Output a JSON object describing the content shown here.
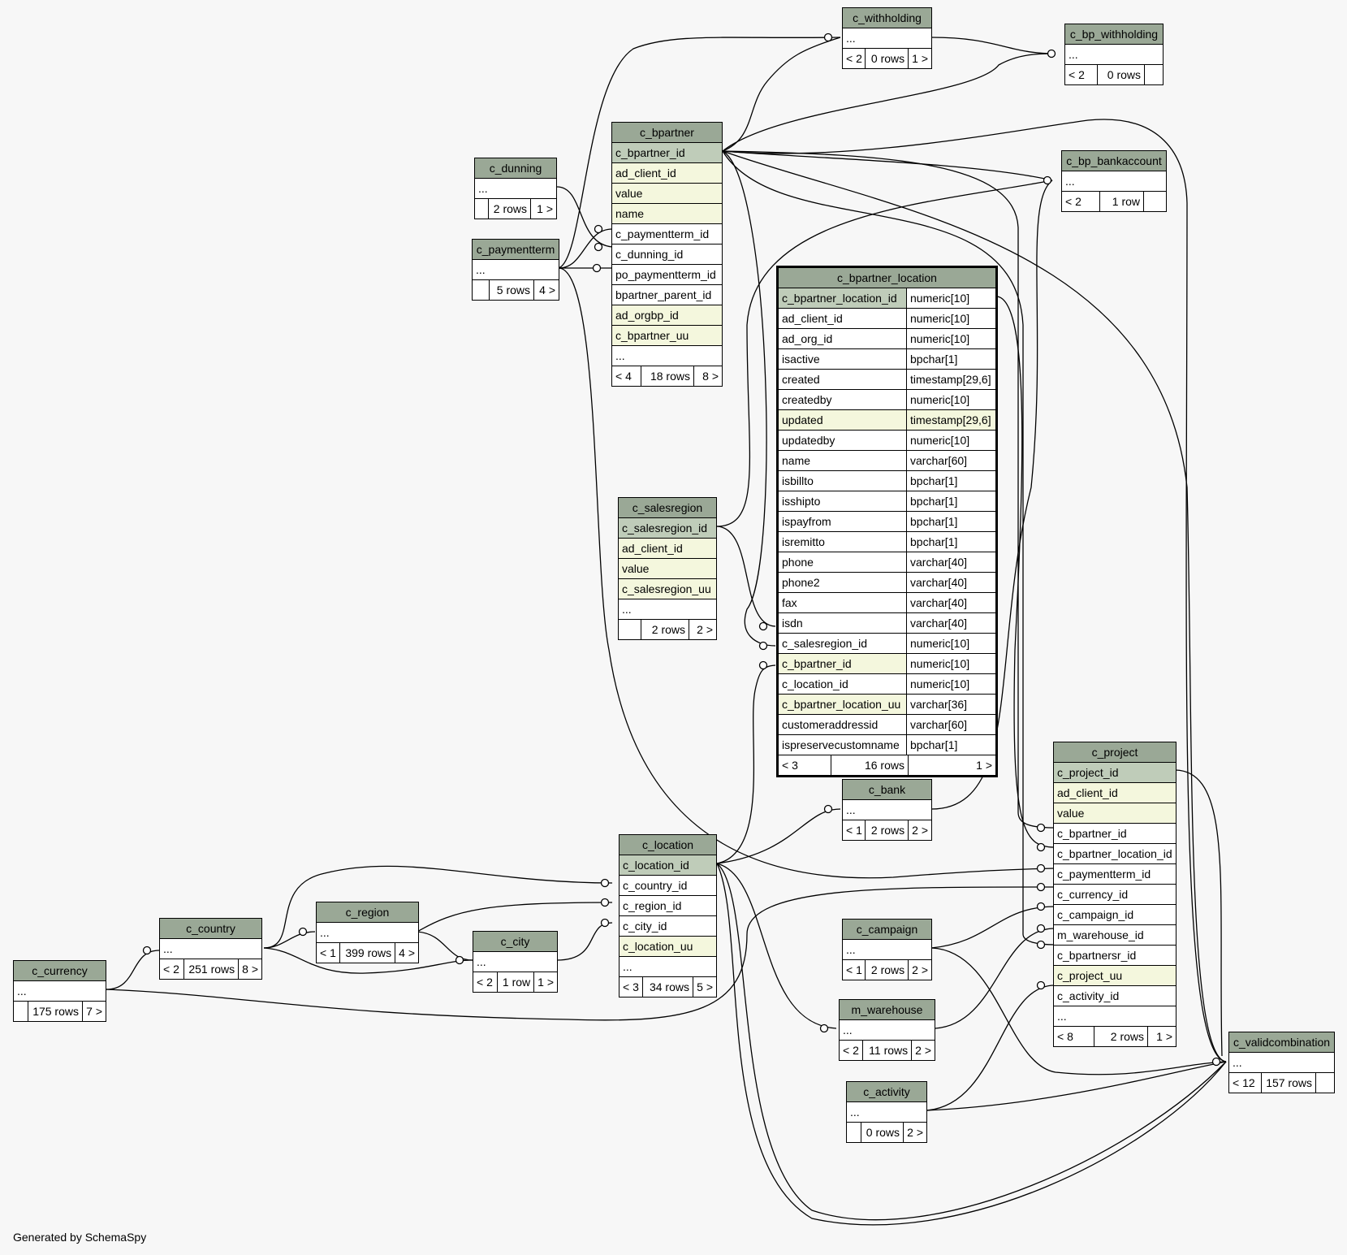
{
  "footer_credit": "Generated by SchemaSpy",
  "tables": {
    "c_withholding": {
      "name": "c_withholding",
      "rows": [
        {
          "name": "...",
          "type": "plain"
        }
      ],
      "footer": [
        "< 2",
        "0 rows",
        "1 >"
      ]
    },
    "c_bp_withholding": {
      "name": "c_bp_withholding",
      "rows": [
        {
          "name": "...",
          "type": "plain"
        }
      ],
      "footer": [
        "< 2",
        "0 rows",
        ""
      ]
    },
    "c_bpartner": {
      "name": "c_bpartner",
      "rows": [
        {
          "name": "c_bpartner_id",
          "type": "pk"
        },
        {
          "name": "ad_client_id",
          "type": "idx"
        },
        {
          "name": "value",
          "type": "idx"
        },
        {
          "name": "name",
          "type": "idx"
        },
        {
          "name": "c_paymentterm_id",
          "type": "plain"
        },
        {
          "name": "c_dunning_id",
          "type": "plain"
        },
        {
          "name": "po_paymentterm_id",
          "type": "plain"
        },
        {
          "name": "bpartner_parent_id",
          "type": "plain"
        },
        {
          "name": "ad_orgbp_id",
          "type": "idx"
        },
        {
          "name": "c_bpartner_uu",
          "type": "idx"
        },
        {
          "name": "...",
          "type": "plain"
        }
      ],
      "footer": [
        "< 4",
        "18 rows",
        "8 >"
      ]
    },
    "c_dunning": {
      "name": "c_dunning",
      "rows": [
        {
          "name": "...",
          "type": "plain"
        }
      ],
      "footer": [
        "",
        "2 rows",
        "1 >"
      ]
    },
    "c_paymentterm": {
      "name": "c_paymentterm",
      "rows": [
        {
          "name": "...",
          "type": "plain"
        }
      ],
      "footer": [
        "",
        "5 rows",
        "4 >"
      ]
    },
    "c_bp_bankaccount": {
      "name": "c_bp_bankaccount",
      "rows": [
        {
          "name": "...",
          "type": "plain"
        }
      ],
      "footer": [
        "< 2",
        "1 row",
        ""
      ]
    },
    "c_bpartner_location": {
      "name": "c_bpartner_location",
      "rows": [
        {
          "name": "c_bpartner_location_id",
          "dtype": "numeric[10]",
          "type": "pk"
        },
        {
          "name": "ad_client_id",
          "dtype": "numeric[10]",
          "type": "plain"
        },
        {
          "name": "ad_org_id",
          "dtype": "numeric[10]",
          "type": "plain"
        },
        {
          "name": "isactive",
          "dtype": "bpchar[1]",
          "type": "plain"
        },
        {
          "name": "created",
          "dtype": "timestamp[29,6]",
          "type": "plain"
        },
        {
          "name": "createdby",
          "dtype": "numeric[10]",
          "type": "plain"
        },
        {
          "name": "updated",
          "dtype": "timestamp[29,6]",
          "type": "idx"
        },
        {
          "name": "updatedby",
          "dtype": "numeric[10]",
          "type": "plain"
        },
        {
          "name": "name",
          "dtype": "varchar[60]",
          "type": "plain"
        },
        {
          "name": "isbillto",
          "dtype": "bpchar[1]",
          "type": "plain"
        },
        {
          "name": "isshipto",
          "dtype": "bpchar[1]",
          "type": "plain"
        },
        {
          "name": "ispayfrom",
          "dtype": "bpchar[1]",
          "type": "plain"
        },
        {
          "name": "isremitto",
          "dtype": "bpchar[1]",
          "type": "plain"
        },
        {
          "name": "phone",
          "dtype": "varchar[40]",
          "type": "plain"
        },
        {
          "name": "phone2",
          "dtype": "varchar[40]",
          "type": "plain"
        },
        {
          "name": "fax",
          "dtype": "varchar[40]",
          "type": "plain"
        },
        {
          "name": "isdn",
          "dtype": "varchar[40]",
          "type": "plain"
        },
        {
          "name": "c_salesregion_id",
          "dtype": "numeric[10]",
          "type": "plain"
        },
        {
          "name": "c_bpartner_id",
          "dtype": "numeric[10]",
          "type": "idx"
        },
        {
          "name": "c_location_id",
          "dtype": "numeric[10]",
          "type": "plain"
        },
        {
          "name": "c_bpartner_location_uu",
          "dtype": "varchar[36]",
          "type": "idx"
        },
        {
          "name": "customeraddressid",
          "dtype": "varchar[60]",
          "type": "plain"
        },
        {
          "name": "ispreservecustomname",
          "dtype": "bpchar[1]",
          "type": "plain"
        }
      ],
      "footer": [
        "< 3",
        "16 rows",
        "1 >"
      ]
    },
    "c_salesregion": {
      "name": "c_salesregion",
      "rows": [
        {
          "name": "c_salesregion_id",
          "type": "pk"
        },
        {
          "name": "ad_client_id",
          "type": "idx"
        },
        {
          "name": "value",
          "type": "idx"
        },
        {
          "name": "c_salesregion_uu",
          "type": "idx"
        },
        {
          "name": "...",
          "type": "plain"
        }
      ],
      "footer": [
        "",
        "2 rows",
        "2 >"
      ]
    },
    "c_project": {
      "name": "c_project",
      "rows": [
        {
          "name": "c_project_id",
          "type": "pk"
        },
        {
          "name": "ad_client_id",
          "type": "idx"
        },
        {
          "name": "value",
          "type": "idx"
        },
        {
          "name": "c_bpartner_id",
          "type": "plain"
        },
        {
          "name": "c_bpartner_location_id",
          "type": "plain"
        },
        {
          "name": "c_paymentterm_id",
          "type": "plain"
        },
        {
          "name": "c_currency_id",
          "type": "plain"
        },
        {
          "name": "c_campaign_id",
          "type": "plain"
        },
        {
          "name": "m_warehouse_id",
          "type": "plain"
        },
        {
          "name": "c_bpartnersr_id",
          "type": "plain"
        },
        {
          "name": "c_project_uu",
          "type": "idx"
        },
        {
          "name": "c_activity_id",
          "type": "plain"
        },
        {
          "name": "...",
          "type": "plain"
        }
      ],
      "footer": [
        "< 8",
        "2 rows",
        "1 >"
      ]
    },
    "c_bank": {
      "name": "c_bank",
      "rows": [
        {
          "name": "...",
          "type": "plain"
        }
      ],
      "footer": [
        "< 1",
        "2 rows",
        "2 >"
      ]
    },
    "c_location": {
      "name": "c_location",
      "rows": [
        {
          "name": "c_location_id",
          "type": "pk"
        },
        {
          "name": "c_country_id",
          "type": "plain"
        },
        {
          "name": "c_region_id",
          "type": "plain"
        },
        {
          "name": "c_city_id",
          "type": "plain"
        },
        {
          "name": "c_location_uu",
          "type": "idx"
        },
        {
          "name": "...",
          "type": "plain"
        }
      ],
      "footer": [
        "< 3",
        "34 rows",
        "5 >"
      ]
    },
    "c_campaign": {
      "name": "c_campaign",
      "rows": [
        {
          "name": "...",
          "type": "plain"
        }
      ],
      "footer": [
        "< 1",
        "2 rows",
        "2 >"
      ]
    },
    "c_region": {
      "name": "c_region",
      "rows": [
        {
          "name": "...",
          "type": "plain"
        }
      ],
      "footer": [
        "< 1",
        "399 rows",
        "4 >"
      ]
    },
    "c_country": {
      "name": "c_country",
      "rows": [
        {
          "name": "...",
          "type": "plain"
        }
      ],
      "footer": [
        "< 2",
        "251 rows",
        "8 >"
      ]
    },
    "c_city": {
      "name": "c_city",
      "rows": [
        {
          "name": "...",
          "type": "plain"
        }
      ],
      "footer": [
        "< 2",
        "1 row",
        "1 >"
      ]
    },
    "c_currency": {
      "name": "c_currency",
      "rows": [
        {
          "name": "...",
          "type": "plain"
        }
      ],
      "footer": [
        "",
        "175 rows",
        "7 >"
      ]
    },
    "m_warehouse": {
      "name": "m_warehouse",
      "rows": [
        {
          "name": "...",
          "type": "plain"
        }
      ],
      "footer": [
        "< 2",
        "11 rows",
        "2 >"
      ]
    },
    "c_validcombination": {
      "name": "c_validcombination",
      "rows": [
        {
          "name": "...",
          "type": "plain"
        }
      ],
      "footer": [
        "< 12",
        "157 rows",
        ""
      ]
    },
    "c_activity": {
      "name": "c_activity",
      "rows": [
        {
          "name": "...",
          "type": "plain"
        }
      ],
      "footer": [
        "",
        "0 rows",
        "2 >"
      ]
    }
  }
}
